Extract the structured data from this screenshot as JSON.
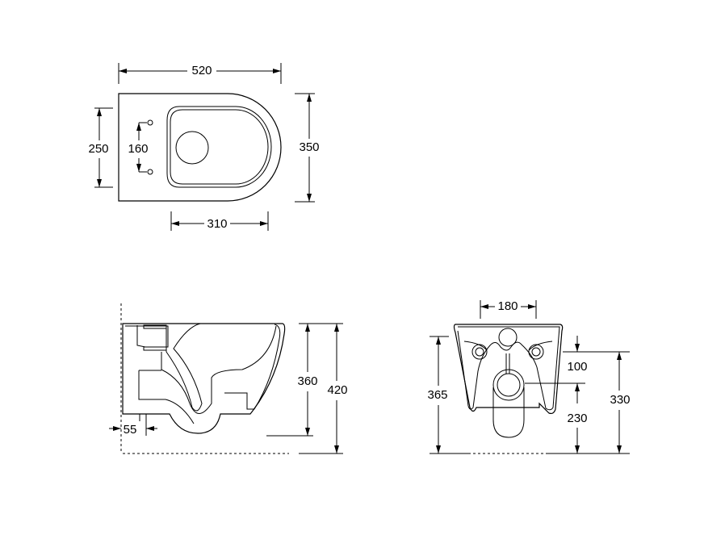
{
  "top_view": {
    "overall_length": "520",
    "seat_fixing_width": "250",
    "seat_hole_spacing": "160",
    "overall_width": "350",
    "bowl_length": "310"
  },
  "side_view": {
    "bowl_height": "360",
    "overall_height": "420",
    "outlet_offset": "55"
  },
  "front_view": {
    "fixing_spacing": "180",
    "height_365": "365",
    "inlet_to_outlet": "100",
    "outlet_height": "230",
    "inlet_height": "330"
  }
}
